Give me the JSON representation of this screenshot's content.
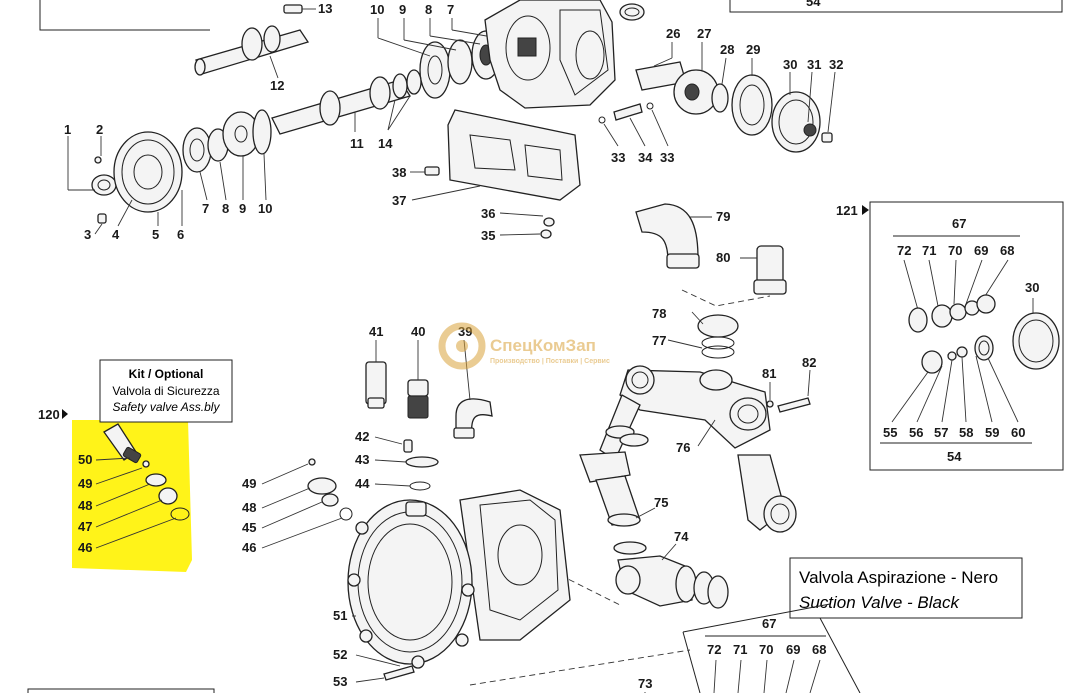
{
  "diagram": {
    "kit_box": {
      "title": "Kit / Optional",
      "line1": "Valvola di Sicurezza",
      "line2": "Safety valve Ass.bly",
      "ref": "120",
      "highlight_color": "#fff200"
    },
    "suction_box": {
      "line1": "Valvola Aspirazione - Nero",
      "line2": "Suction Valve - Black"
    },
    "detail_box": {
      "ref": "121",
      "group_top": "67",
      "group_bottom": "54"
    },
    "watermark": {
      "name": "СпецКомЗап",
      "tagline": "Производство | Поставки | Сервис",
      "color": "#d9a23a"
    },
    "labels": {
      "n1": "1",
      "n2": "2",
      "n3": "3",
      "n4": "4",
      "n5": "5",
      "n6": "6",
      "n7a": "7",
      "n8a": "8",
      "n9a": "9",
      "n10a": "10",
      "n7b": "7",
      "n8b": "8",
      "n9b": "9",
      "n10b": "10",
      "n11": "11",
      "n12": "12",
      "n13": "13",
      "n14": "14",
      "n26": "26",
      "n27": "27",
      "n28": "28",
      "n29": "29",
      "n30a": "30",
      "n31": "31",
      "n32": "32",
      "n33a": "33",
      "n34": "34",
      "n33b": "33",
      "n35": "35",
      "n36": "36",
      "n37": "37",
      "n38": "38",
      "n39": "39",
      "n40": "40",
      "n41": "41",
      "n42": "42",
      "n43": "43",
      "n44": "44",
      "n45": "45",
      "n46": "46",
      "n48": "48",
      "n49": "49",
      "k46": "46",
      "k47": "47",
      "k48": "48",
      "k49": "49",
      "k50": "50",
      "n51": "51",
      "n52": "52",
      "n53": "53",
      "n54top": "54",
      "n73": "73",
      "n74": "74",
      "n75": "75",
      "n76": "76",
      "n77": "77",
      "n78": "78",
      "n79": "79",
      "n80": "80",
      "n81": "81",
      "n82": "82",
      "d72": "72",
      "d71": "71",
      "d70": "70",
      "d69": "69",
      "d68": "68",
      "d30": "30",
      "d55": "55",
      "d56": "56",
      "d57": "57",
      "d58": "58",
      "d59": "59",
      "d60": "60",
      "s67": "67",
      "s72": "72",
      "s71": "71",
      "s70": "70",
      "s69": "69",
      "s68": "68"
    }
  }
}
